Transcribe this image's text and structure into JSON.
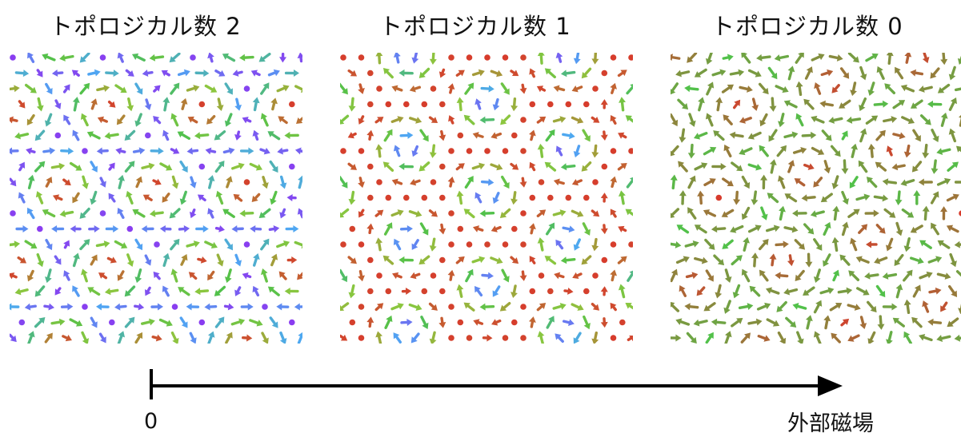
{
  "panels": [
    {
      "title": "トポロジカル数 2",
      "texture": "skyrmion-lattice-q2",
      "colors": [
        "#8a3cf0",
        "#4ea8f2",
        "#52c14a",
        "#8cc63f",
        "#d83a2c"
      ]
    },
    {
      "title": "トポロジカル数 1",
      "texture": "skyrmion-lattice-q1",
      "colors": [
        "#8a3cf0",
        "#4ea8f2",
        "#52c14a",
        "#8cc63f",
        "#d83a2c"
      ]
    },
    {
      "title": "トポロジカル数 0",
      "texture": "spin-spiral-q0",
      "colors": [
        "#d83a2c",
        "#8cc63f",
        "#52c14a"
      ]
    }
  ],
  "axis": {
    "start_label": "0",
    "end_label": "外部磁場",
    "color": "#000000"
  }
}
